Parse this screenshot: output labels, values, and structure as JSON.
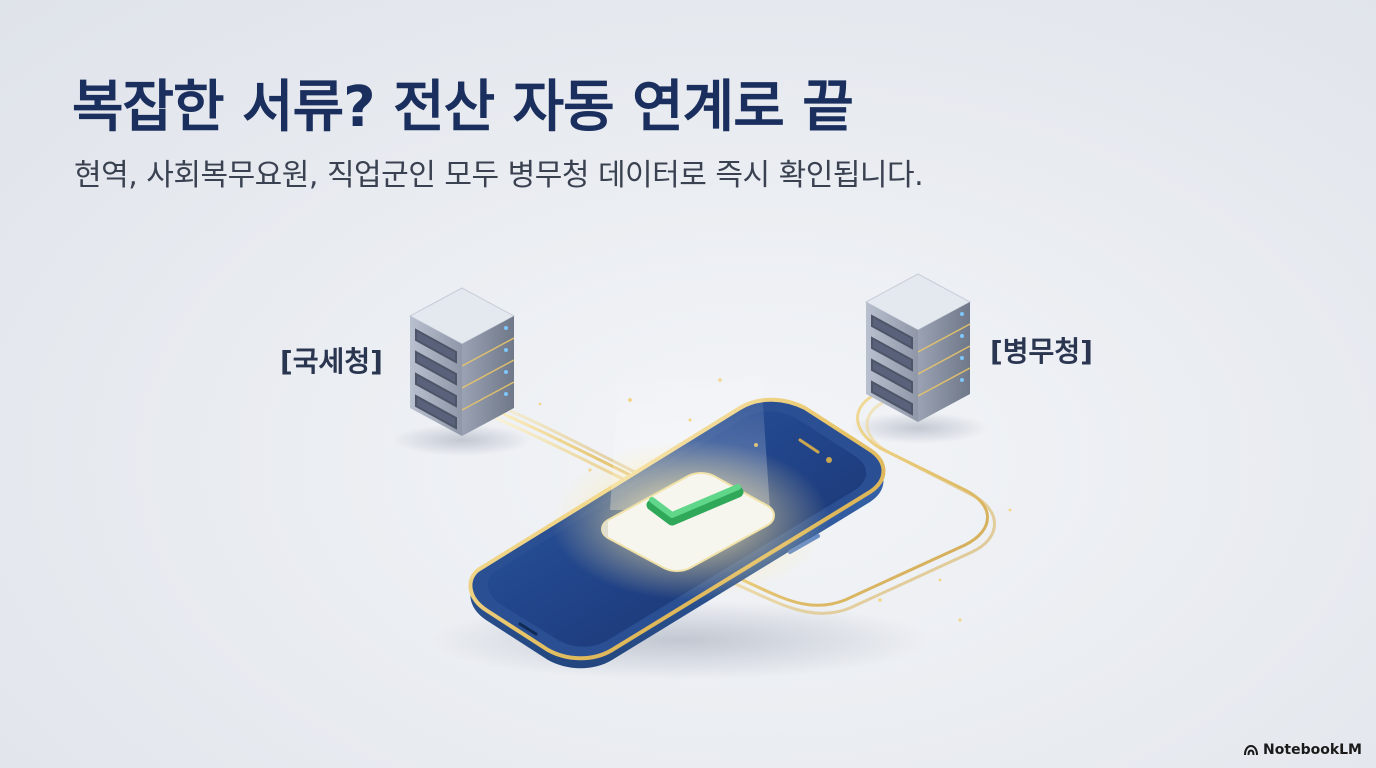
{
  "slide": {
    "title": "복잡한 서류? 전산 자동 연계로 끝",
    "subtitle": "현역, 사회복무요원, 직업군인 모두 병무청 데이터로 즉시 확인됩니다."
  },
  "servers": {
    "left_label": "[국세청]",
    "right_label": "[병무청]"
  },
  "brand": {
    "name": "NotebookLM",
    "icon": "notebooklm-logo-icon"
  },
  "icons": {
    "center": "check-mark-icon",
    "device": "smartphone-icon",
    "server": "server-stack-icon"
  },
  "colors": {
    "title": "#1b2f5e",
    "accent_gold": "#e8c56a",
    "check_green": "#3fbf6a",
    "phone_blue": "#1f3f82"
  }
}
